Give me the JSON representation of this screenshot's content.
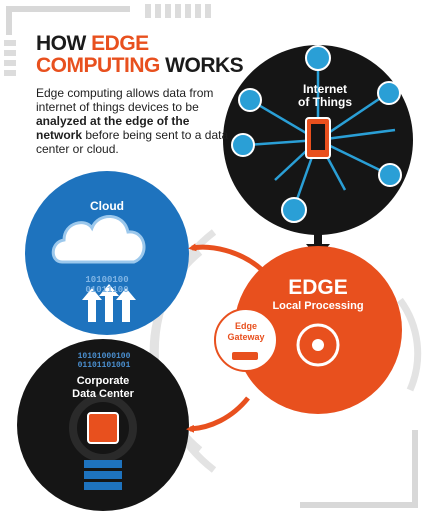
{
  "title": {
    "line1_a": "HOW ",
    "line1_b": "EDGE",
    "line2_a": "COMPUTING",
    "line2_b": " WORKS"
  },
  "intro": {
    "part1": "Edge computing allows data from internet of things devices to be ",
    "bold": "analyzed at the edge of the network",
    "part2": " before being sent to a data center or cloud."
  },
  "nodes": {
    "iot": {
      "label_line1": "Internet",
      "label_line2": "of Things"
    },
    "cloud": {
      "label": "Cloud",
      "binary_1": "10100100",
      "binary_2": "01011100"
    },
    "edge": {
      "label": "EDGE",
      "sublabel": "Local Processing"
    },
    "gateway": {
      "label_line1": "Edge",
      "label_line2": "Gateway"
    },
    "datacenter": {
      "label_line1": "Corporate",
      "label_line2": "Data Center",
      "binary_1": "10101000100",
      "binary_2": "01101101001"
    }
  },
  "colors": {
    "accent": "#e8501e",
    "cloud_blue": "#1e73be",
    "dark": "#1a1a1a",
    "iot_blue": "#2a9fd6"
  }
}
